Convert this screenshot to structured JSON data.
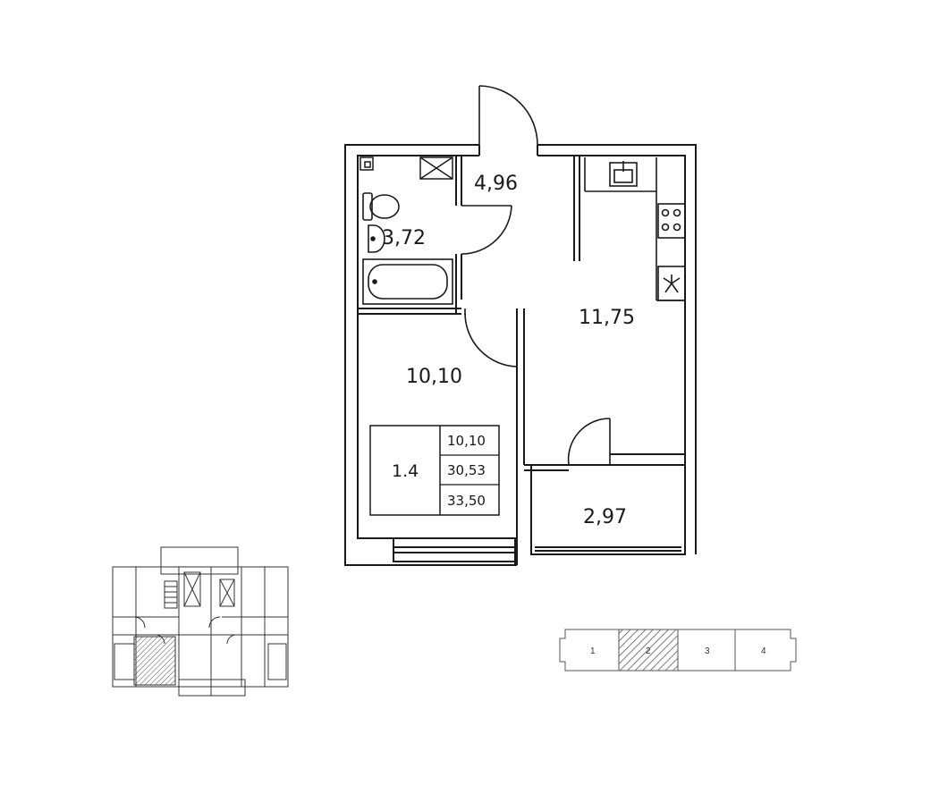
{
  "rooms": [
    {
      "id": "hall",
      "area": "4,96"
    },
    {
      "id": "bathroom",
      "area": "3,72"
    },
    {
      "id": "kitchen",
      "area": "11,75"
    },
    {
      "id": "bedroom",
      "area": "10,10"
    },
    {
      "id": "balcony",
      "area": "2,97"
    }
  ],
  "info": {
    "apartment_number": "1.4",
    "living_area": "10,10",
    "total_area": "30,53",
    "area_with_balcony": "33,50"
  },
  "sections": [
    {
      "label": "1",
      "active": false
    },
    {
      "label": "2",
      "active": true
    },
    {
      "label": "3",
      "active": false
    },
    {
      "label": "4",
      "active": false
    }
  ],
  "colors": {
    "wall": "#1a1a1a",
    "section_outline": "#555555",
    "active_hatch": "#444444"
  },
  "icons": [
    "door-swing-icon",
    "ventilation-shaft-icon",
    "toilet-icon",
    "sink-icon",
    "bathtub-icon",
    "kitchen-sink-icon",
    "stove-icon",
    "fan-icon"
  ]
}
